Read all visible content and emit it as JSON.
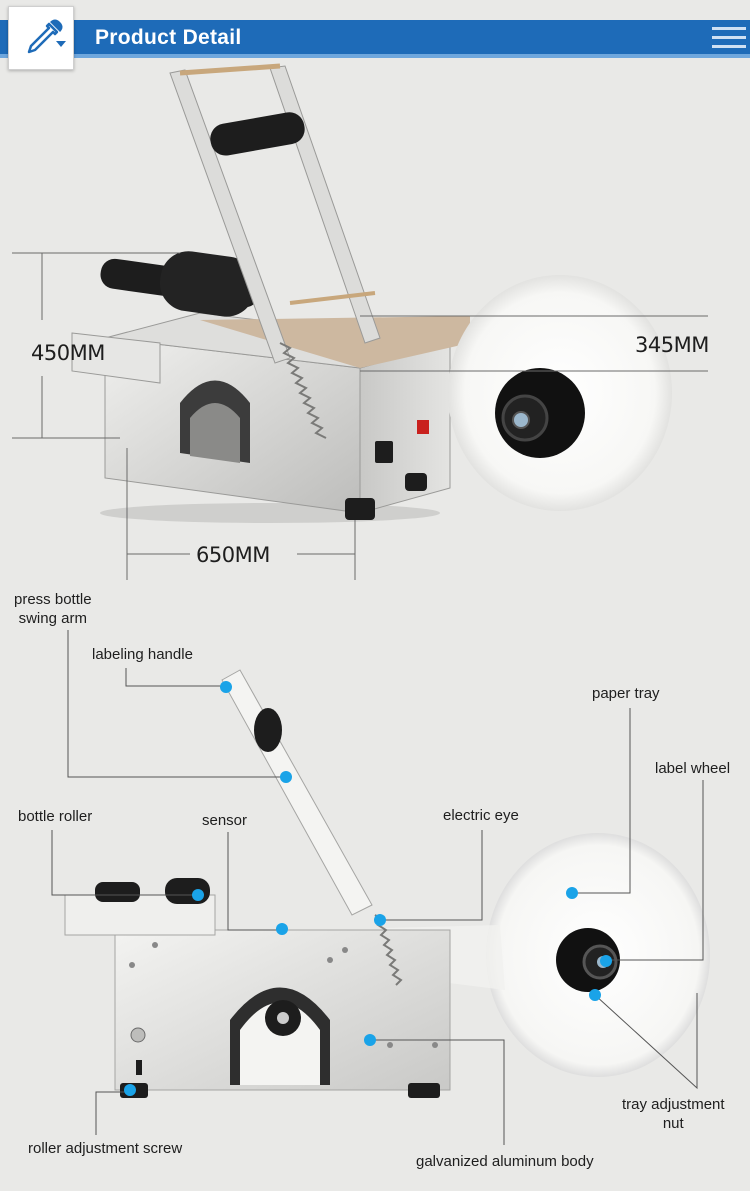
{
  "header": {
    "title": "Product Detail",
    "icon": "eyedropper-icon",
    "menu_icon": "hamburger-menu-icon",
    "accent": "#1e6bb8"
  },
  "dimensions": {
    "height": "450MM",
    "depth": "345MM",
    "width": "650MM"
  },
  "callouts": {
    "press_arm": "press bottle\nswing arm",
    "labeling_handle": "labeling handle",
    "paper_tray": "paper tray",
    "label_wheel": "label wheel",
    "bottle_roller": "bottle roller",
    "sensor": "sensor",
    "electric_eye": "electric eye",
    "tray_nut": "tray adjustment\nnut",
    "roller_screw": "roller adjustment screw",
    "body": "galvanized aluminum body"
  },
  "colors": {
    "marker": "#1aa3e8",
    "machine": "#d7d7d5",
    "roller": "#1d1d1d"
  }
}
